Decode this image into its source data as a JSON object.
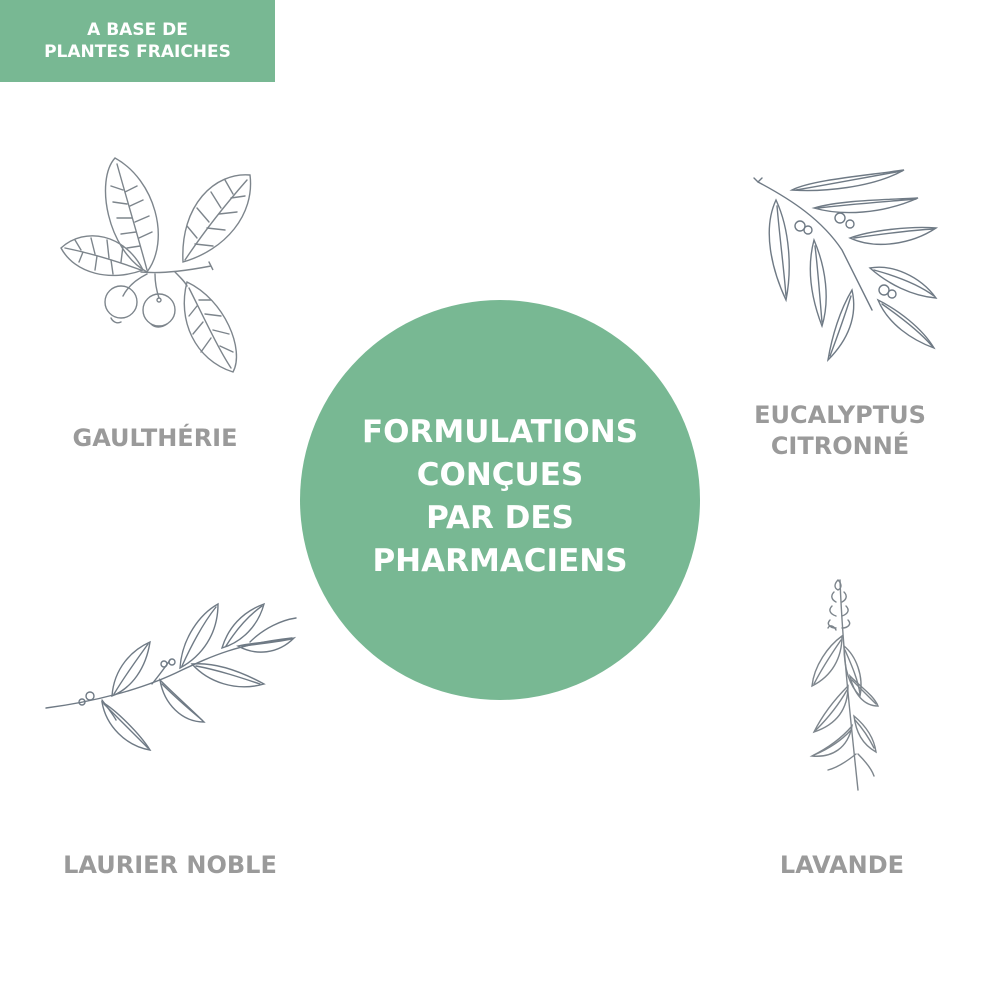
{
  "badge": {
    "line1": "A BASE DE",
    "line2": "PLANTES FRAICHES"
  },
  "center": {
    "line1": "FORMULATIONS",
    "line2": "CONÇUES",
    "line3": "PAR DES",
    "line4": "PHARMACIENS"
  },
  "plants": {
    "gaultherie": {
      "label": "GAULTHÉRIE",
      "icon": "wintergreen-illustration"
    },
    "eucalyptus": {
      "line1": "EUCALYPTUS",
      "line2": "CITRONNÉ",
      "icon": "eucalyptus-illustration"
    },
    "laurier": {
      "label": "LAURIER NOBLE",
      "icon": "bay-laurel-illustration"
    },
    "lavande": {
      "label": "LAVANDE",
      "icon": "lavender-illustration"
    }
  },
  "colors": {
    "accent": "#78b893",
    "label": "#9a9a9a",
    "line_art": "#6f7a85"
  }
}
